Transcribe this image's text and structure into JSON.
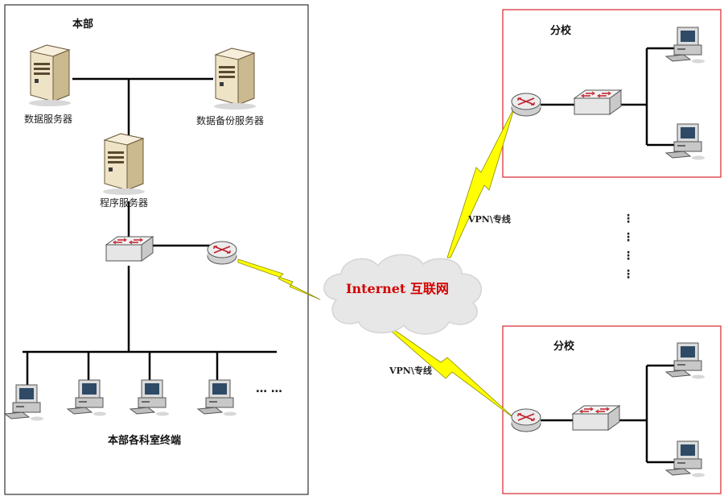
{
  "hq": {
    "title": "本部",
    "data_server_label": "数据服务器",
    "backup_server_label": "数据备份服务器",
    "program_server_label": "程序服务器",
    "terminals_label": "本部各科室终端",
    "more_dots": "… …"
  },
  "internet": {
    "label": "Internet 互联网"
  },
  "links": {
    "top_label": "VPN\\专线",
    "bottom_label": "VPN\\专线"
  },
  "branch_top": {
    "title": "分校"
  },
  "branch_bottom": {
    "title": "分校"
  },
  "more_branches": "⋮",
  "colors": {
    "branch_border": "#d9262c",
    "hq_border": "#333333",
    "lightning": "#ffff00",
    "internet_text": "#d40000"
  }
}
